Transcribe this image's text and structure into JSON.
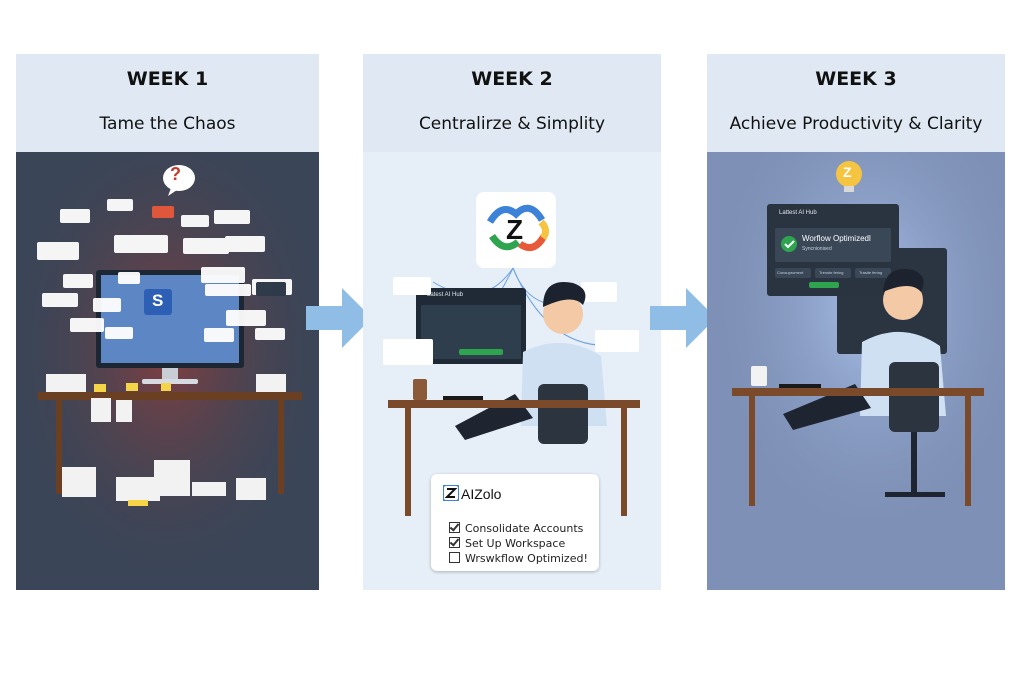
{
  "panels": [
    {
      "week": "WEEK 1",
      "subtitle": "Tame the Chaos"
    },
    {
      "week": "WEEK 2",
      "subtitle": "Centralirze & Simplity"
    },
    {
      "week": "WEEK 3",
      "subtitle": "Achieve Productivity & Clarity"
    }
  ],
  "week2": {
    "logo_letter": "Z",
    "monitor_title": "Latest AI Hub",
    "checklist": {
      "title": "AIZolo",
      "items": [
        {
          "label": "Consolidate Accounts",
          "checked": true
        },
        {
          "label": "Set Up Workspace",
          "checked": true
        },
        {
          "label": "Wrswkflow Optimized!",
          "checked": false
        }
      ]
    }
  },
  "week3": {
    "bulb_letter": "Z",
    "dashboard_title": "Lattest AI Hub",
    "status_title": "Worflow Optimizedl",
    "status_sub": "Syncnionised",
    "buttons": [
      "Consuproment",
      "Trenste fering",
      "Trasite fering"
    ]
  },
  "week1": {
    "question": "?",
    "monitor_letter": "S"
  },
  "colors": {
    "arrow": "#8fbde6",
    "panel_bg": "#dfe8f3",
    "scene1": "#3a4557",
    "scene3": "#7e90b6"
  }
}
